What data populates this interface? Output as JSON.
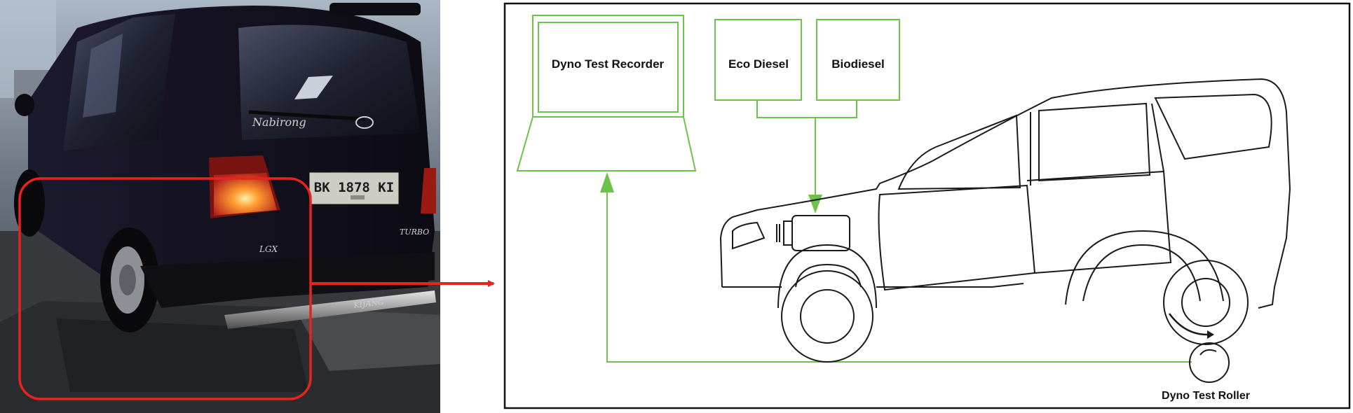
{
  "photo": {
    "plate_text": "BK 1878 KI",
    "brand_script": "Nabirong",
    "badge_lgx": "LGX",
    "badge_turbo": "TURBO",
    "bumper_text": "KIJANG"
  },
  "diagram": {
    "recorder_label": "Dyno Test Recorder",
    "fuel_1_label": "Eco Diesel",
    "fuel_2_label": "Biodiesel",
    "roller_label": "Dyno Test Roller"
  },
  "colors": {
    "highlight_red": "#e8231f",
    "flow_green": "#6cc24a",
    "outline": "#1a1a1a"
  }
}
